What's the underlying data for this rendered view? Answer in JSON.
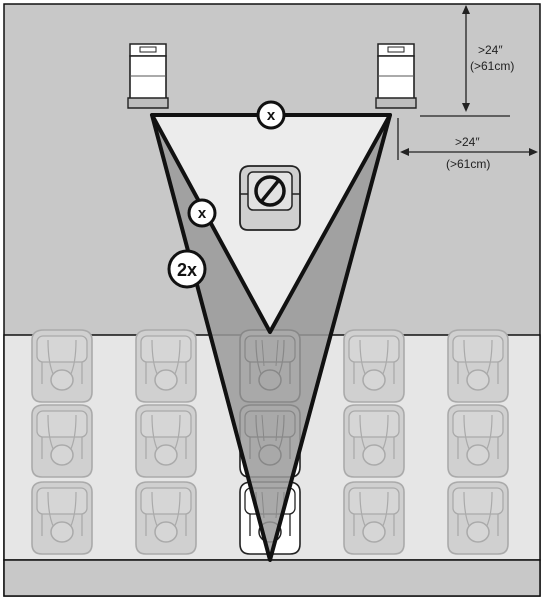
{
  "dimensions": {
    "vertical": {
      "primary": ">24″",
      "secondary": "(>61cm)"
    },
    "horizontal": {
      "primary": ">24″",
      "secondary": "(>61cm)"
    }
  },
  "badges": {
    "top_distance": "x",
    "side_distance": "x",
    "double_distance": "2x"
  },
  "icons": {
    "speaker": "speaker-icon",
    "prohibited_seat": "prohibited-seat-icon",
    "listener_seat": "seated-listener-icon"
  },
  "colors": {
    "room_background": "#c8c8c8",
    "listening_area": "#e6e6e6",
    "inner_triangle": "#ececec",
    "wedge": "#9a9a9a",
    "outline": "#111111",
    "faded_seat": "#d2d2d2"
  }
}
